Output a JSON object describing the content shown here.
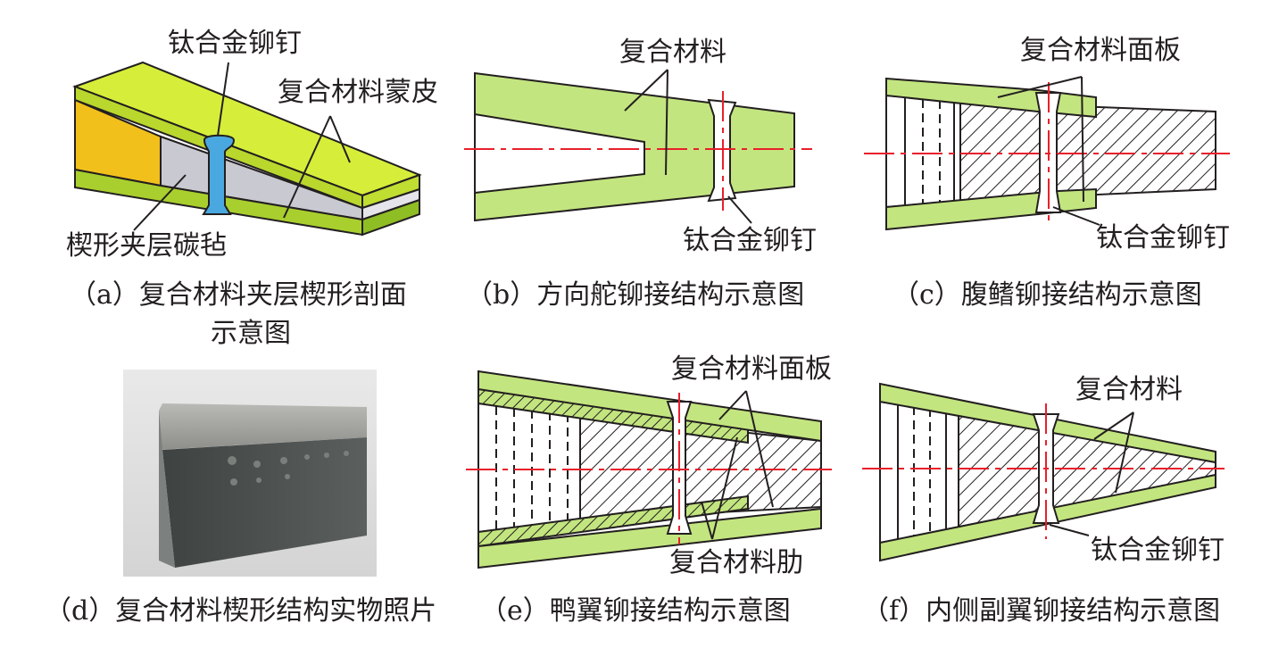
{
  "panels": {
    "a": {
      "caption_line1": "（a）复合材料夹层楔形剖面",
      "caption_line2": "示意图",
      "label_rivet": "钛合金铆钉",
      "label_skin": "复合材料蒙皮",
      "label_core": "楔形夹层碳毡"
    },
    "b": {
      "caption": "（b）方向舵铆接结构示意图",
      "label_composite": "复合材料",
      "label_rivet": "钛合金铆钉"
    },
    "c": {
      "caption": "（c）腹鳍铆接结构示意图",
      "label_panel": "复合材料面板",
      "label_rivet": "钛合金铆钉"
    },
    "d": {
      "caption": "（d）复合材料楔形结构实物照片"
    },
    "e": {
      "caption": "（e）鸭翼铆接结构示意图",
      "label_panel": "复合材料面板",
      "label_rib": "复合材料肋"
    },
    "f": {
      "caption": "（f）内侧副翼铆接结构示意图",
      "label_composite": "复合材料",
      "label_rivet": "钛合金铆钉"
    }
  },
  "colors": {
    "composite_green": "#c3e57f",
    "skin_top": "#d6ee3a",
    "core_orange": "#f2c01b",
    "core_gray": "#c9c9d1",
    "rivet_blue": "#4aa8e0",
    "centerline_red": "#e8202a",
    "line": "#231f20"
  }
}
